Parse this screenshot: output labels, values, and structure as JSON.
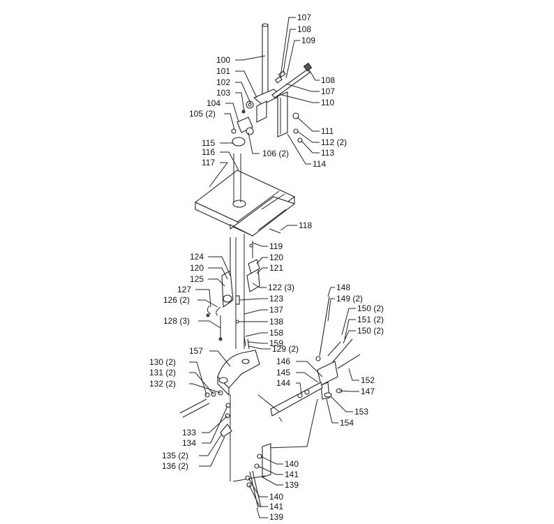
{
  "labels": {
    "l100": "100",
    "l101": "101",
    "l102": "102",
    "l103": "103",
    "l104": "104",
    "l105": "105 (2)",
    "l106": "106 (2)",
    "l107a": "107",
    "l108a": "108",
    "l109": "109",
    "l108b": "108",
    "l107b": "107",
    "l110": "110",
    "l111": "111",
    "l112": "112 (2)",
    "l113": "113",
    "l114": "114",
    "l115": "115",
    "l116": "116",
    "l117": "117",
    "l118": "118",
    "l119": "119",
    "l120a": "120",
    "l121": "121",
    "l124": "124",
    "l120b": "120",
    "l125": "125",
    "l127": "127",
    "l126": "126 (2)",
    "l122": "122 (3)",
    "l123": "123",
    "l137": "137",
    "l138": "138",
    "l158": "158",
    "l159": "159",
    "l128": "128 (3)",
    "l129": "129 (2)",
    "l148": "148",
    "l149": "149 (2)",
    "l150a": "150 (2)",
    "l151": "151 (2)",
    "l150b": "150 (2)",
    "l157": "157",
    "l146": "146",
    "l145": "145",
    "l144": "144",
    "l152": "152",
    "l147": "147",
    "l130": "130 (2)",
    "l131": "131 (2)",
    "l132": "132 (2)",
    "l133": "133",
    "l134": "134",
    "l153": "153",
    "l154": "154",
    "l135": "135 (2)",
    "l136": "136 (2)",
    "l140a": "140",
    "l141a": "141",
    "l139a": "139",
    "l140b": "140",
    "l141b": "141",
    "l139b": "139"
  }
}
